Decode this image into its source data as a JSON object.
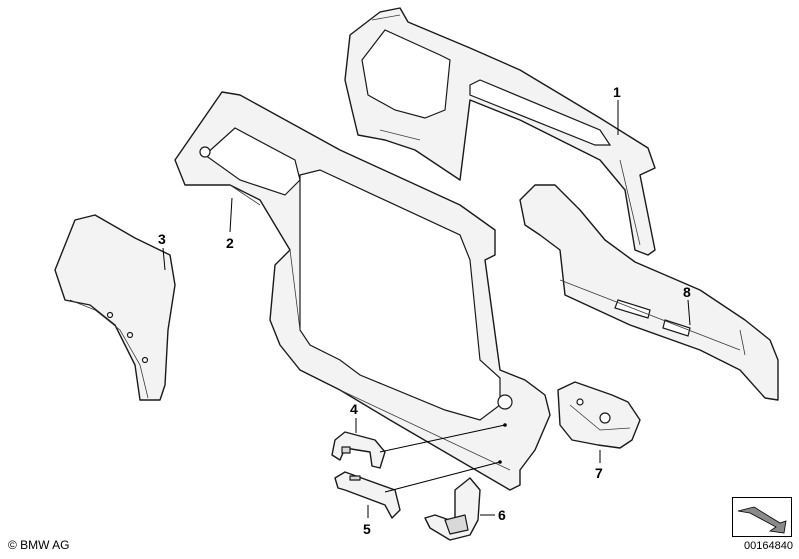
{
  "callouts": [
    {
      "id": "1",
      "label": "1"
    },
    {
      "id": "2",
      "label": "2"
    },
    {
      "id": "3",
      "label": "3"
    },
    {
      "id": "4",
      "label": "4"
    },
    {
      "id": "5",
      "label": "5"
    },
    {
      "id": "6",
      "label": "6"
    },
    {
      "id": "7",
      "label": "7"
    },
    {
      "id": "8",
      "label": "8"
    }
  ],
  "footer": {
    "copyright": "© BMW AG",
    "doc_id": "00164840"
  },
  "icons": {
    "reference_arrow": "view-direction-arrow-icon"
  }
}
